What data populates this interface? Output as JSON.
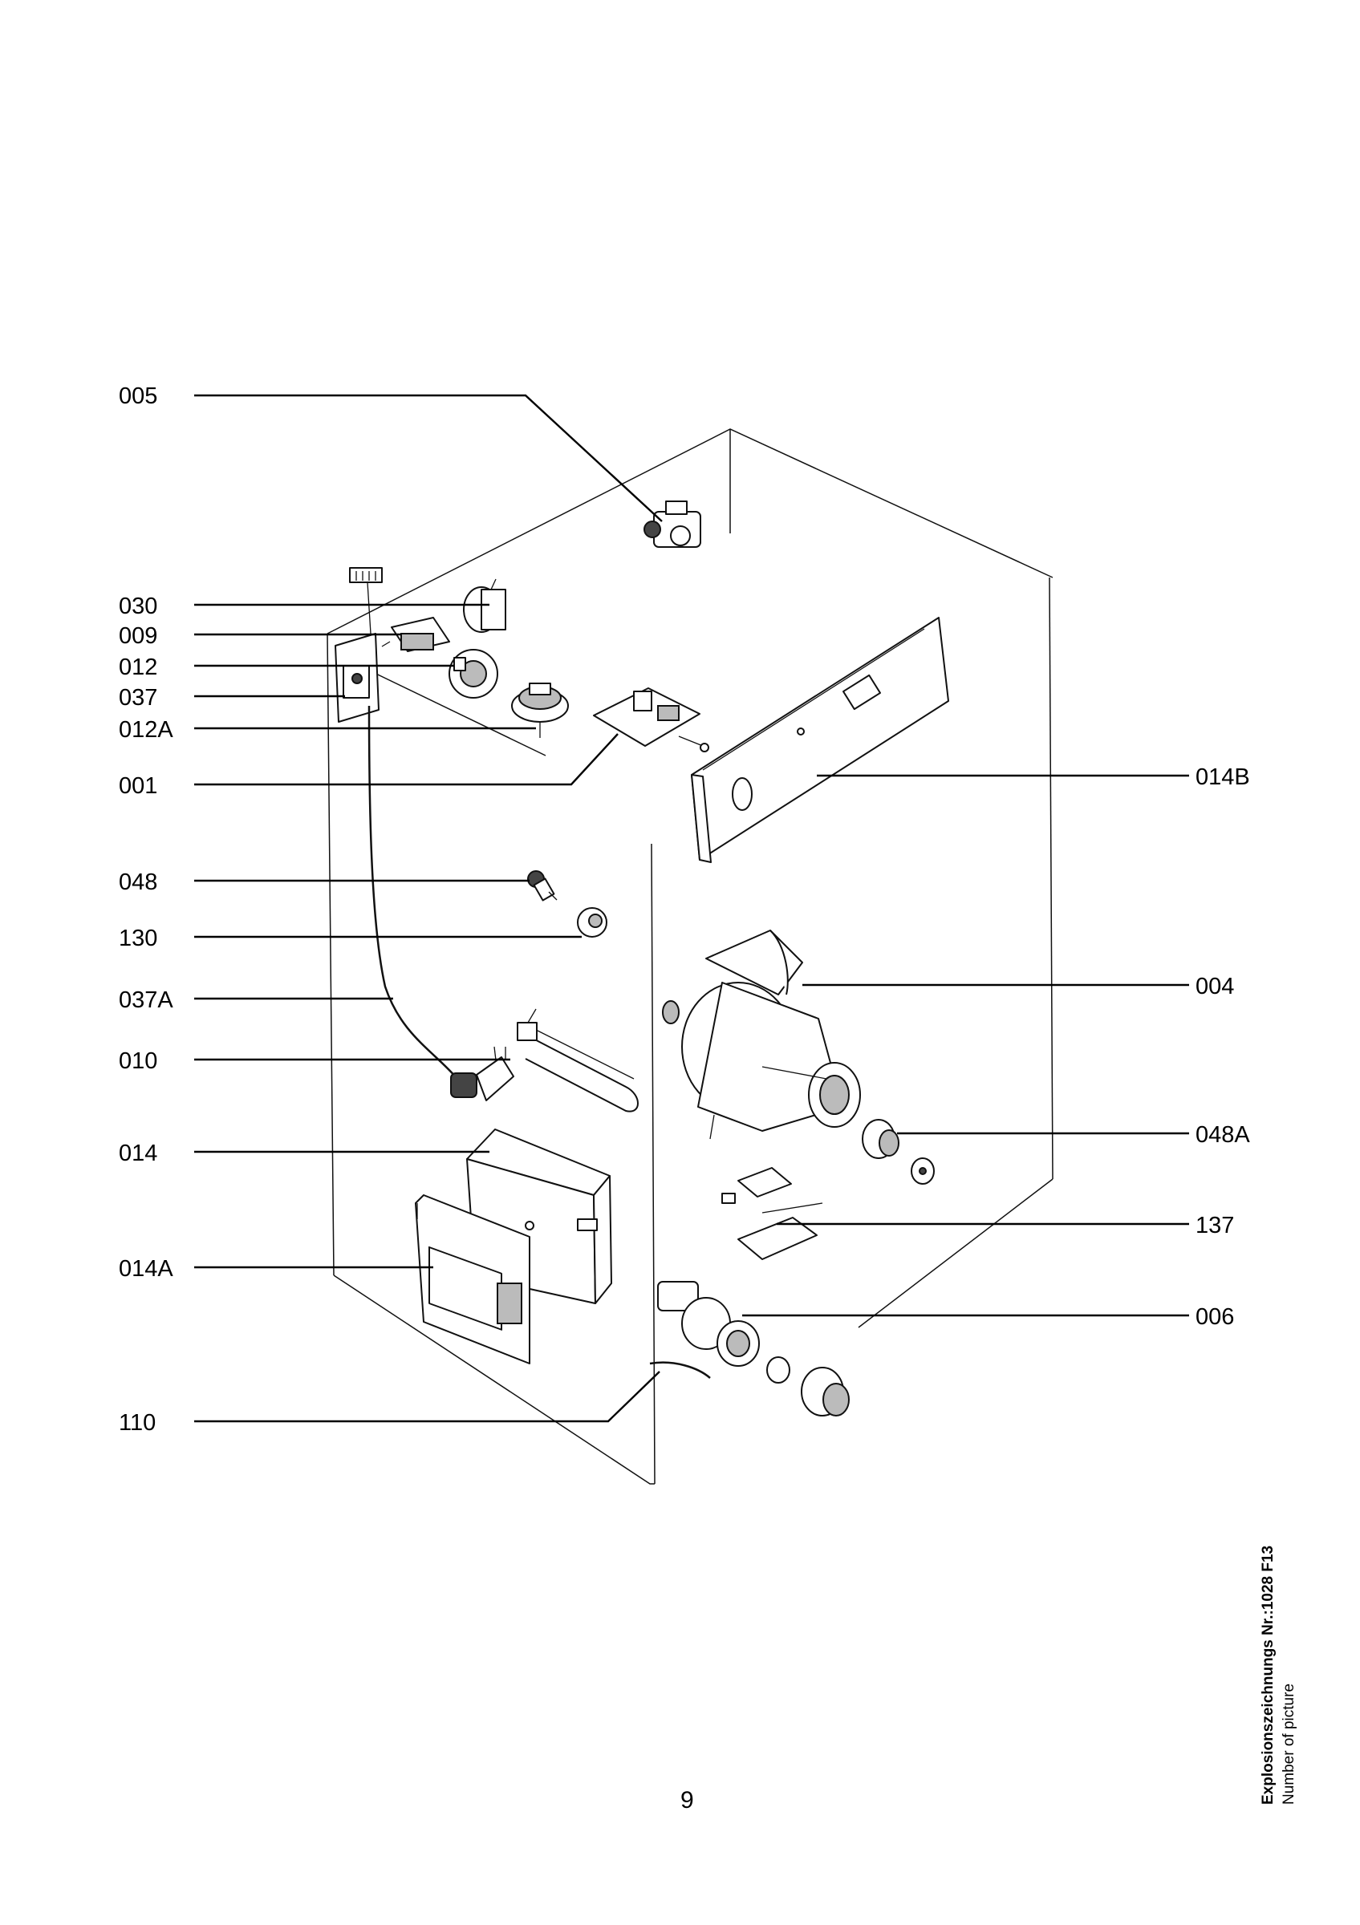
{
  "labels": {
    "l005": "005",
    "l030": "030",
    "l009": "009",
    "l012": "012",
    "l037": "037",
    "l012A": "012A",
    "l001": "001",
    "l048": "048",
    "l130": "130",
    "l037A": "037A",
    "l010": "010",
    "l014": "014",
    "l014A": "014A",
    "l110": "110",
    "l014B": "014B",
    "l004": "004",
    "l048A": "048A",
    "l137": "137",
    "l006": "006"
  },
  "footer": {
    "page_number": "9",
    "picture_title": "Explosionszeichnungs Nr.:1028 F13",
    "picture_subtitle": "Number of picture"
  }
}
